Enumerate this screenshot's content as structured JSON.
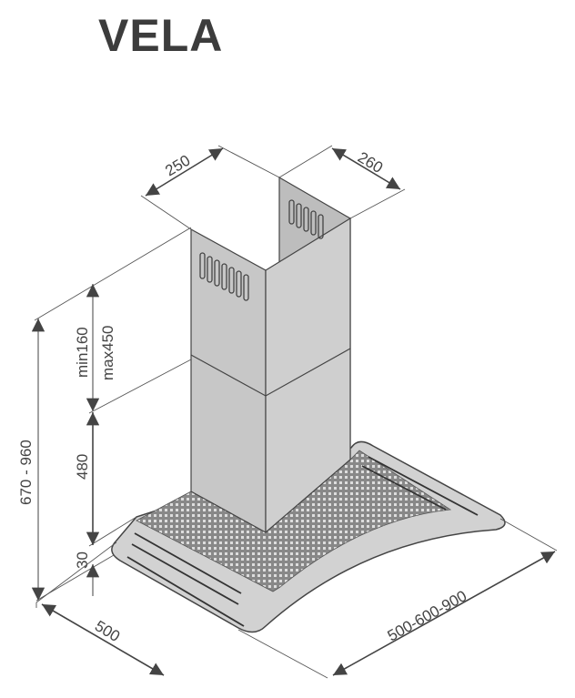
{
  "title": "VELA",
  "dimensions": {
    "chimney_width": "250",
    "chimney_depth": "260",
    "total_height": "670 - 960",
    "upper_min": "min160",
    "upper_max": "max450",
    "lower_height": "480",
    "canopy_height": "30",
    "depth": "500",
    "width": "500-600-900"
  },
  "colors": {
    "line": "#444444",
    "steel": "#c9c9c9",
    "steel_dark": "#b5b5b5",
    "glass": "#d4d4d4"
  }
}
